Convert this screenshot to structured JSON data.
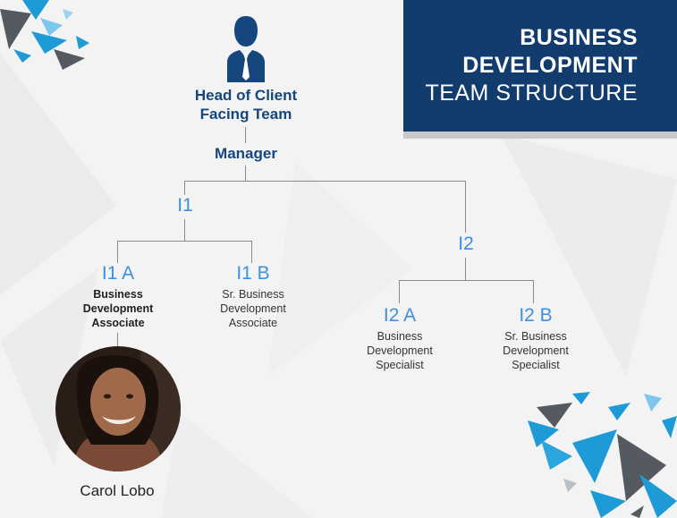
{
  "header": {
    "line1": "BUSINESS",
    "line2": "DEVELOPMENT",
    "line3": "TEAM STRUCTURE"
  },
  "head": {
    "title_line1": "Head of Client",
    "title_line2": "Facing Team",
    "manager": "Manager",
    "icon": "person-in-suit-icon"
  },
  "groups": {
    "i1": {
      "code": "I1",
      "a": {
        "code": "I1 A",
        "role_line1": "Business",
        "role_line2": "Development",
        "role_line3": "Associate"
      },
      "b": {
        "code": "I1 B",
        "role_line1": "Sr. Business",
        "role_line2": "Development",
        "role_line3": "Associate"
      }
    },
    "i2": {
      "code": "I2",
      "a": {
        "code": "I2 A",
        "role_line1": "Business",
        "role_line2": "Development",
        "role_line3": "Specialist"
      },
      "b": {
        "code": "I2 B",
        "role_line1": "Sr. Business",
        "role_line2": "Development",
        "role_line3": "Specialist"
      }
    }
  },
  "member": {
    "name": "Carol Lobo"
  },
  "colors": {
    "navy": "#123c6d",
    "accent_blue": "#3d8fe0",
    "dark_blue_text": "#15477e",
    "connector_gray": "#8a8a8a",
    "triangle_cyan": "#1e9ad6",
    "triangle_gray": "#555a60"
  }
}
